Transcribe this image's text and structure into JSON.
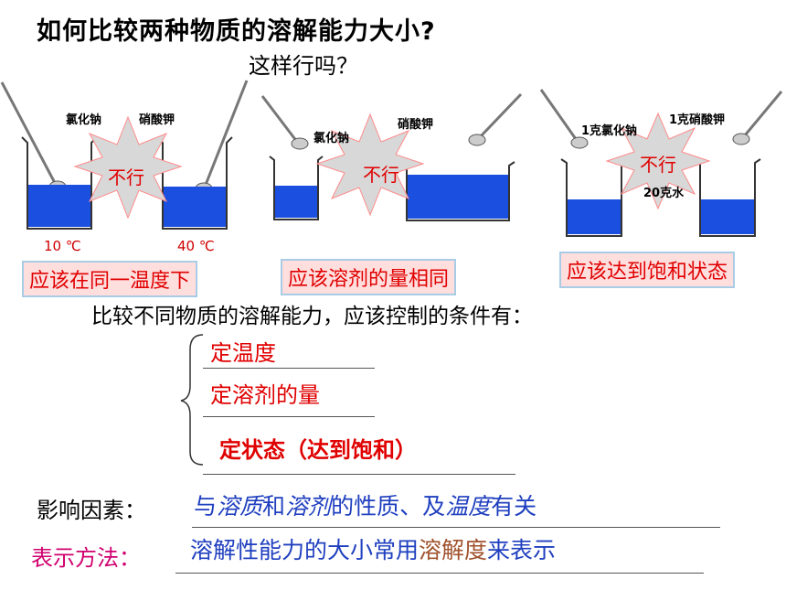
{
  "title": "如何比较两种物质的溶解能力大小?",
  "subtitle": "这样行吗？",
  "panels": [
    {
      "left_chem": "氯化钠",
      "right_chem": "硝酸钾",
      "burst": "不行",
      "temp_left": "10 ℃",
      "temp_right": "40 ℃",
      "label": "应该在同一温度下"
    },
    {
      "left_chem": "氯化钠",
      "right_chem": "硝酸钾",
      "burst": "不行",
      "label": "应该溶剂的量相同"
    },
    {
      "left_chem": "1克氯化钠",
      "right_chem": "1克硝酸钾",
      "burst": "不行",
      "water": "20克水",
      "label": "应该达到饱和状态"
    }
  ],
  "question": "比较不同物质的溶解能力，应该控制的条件有：",
  "conditions": [
    "定温度",
    "定溶剂的量",
    "定状态（达到饱和）"
  ],
  "factors": {
    "label": "影响因素：",
    "p1": "与",
    "p2": "溶质",
    "p3": "和",
    "p4": "溶剂",
    "p5": "的性质、及",
    "p6": "温度",
    "p7": "有关"
  },
  "method": {
    "label": "表示方法：",
    "p1": "溶解性能力的大小常用",
    "p2": "溶解度",
    "p3": "来表示"
  },
  "colors": {
    "red": "#e00000",
    "blue": "#1f3fbf",
    "water": "#1a4fe0",
    "burst_fill": "#d8d8d8",
    "label_bg": "#ffdede"
  }
}
